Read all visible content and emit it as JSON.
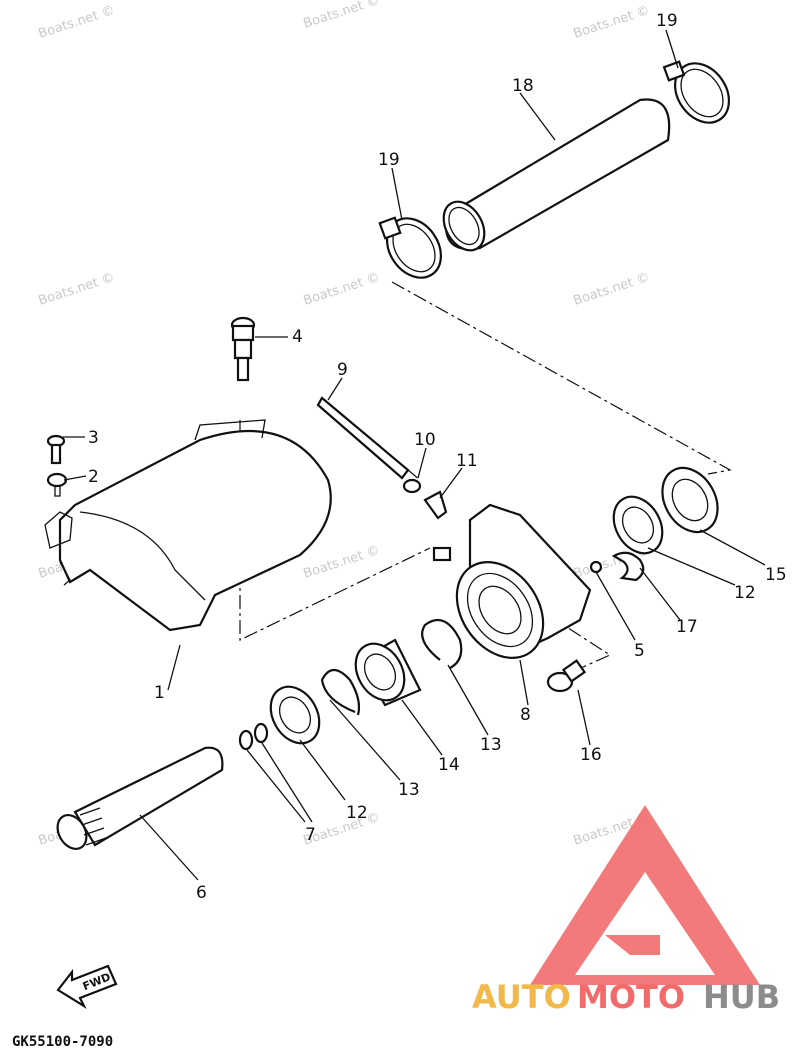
{
  "watermark": {
    "text": "Boats.net ©"
  },
  "callouts": {
    "c1": "1",
    "c2": "2",
    "c3": "3",
    "c4": "4",
    "c5": "5",
    "c6": "6",
    "c7": "7",
    "c8": "8",
    "c9": "9",
    "c10": "10",
    "c11": "11",
    "c12a": "12",
    "c12b": "12",
    "c13a": "13",
    "c13b": "13",
    "c14": "14",
    "c15": "15",
    "c16": "16",
    "c17": "17",
    "c18": "18",
    "c19a": "19",
    "c19b": "19"
  },
  "fwd_marker": {
    "label": "FWD"
  },
  "diagram_code": "GK55100-7090",
  "logo": {
    "text_auto": "AUTO",
    "text_moto": "MOTO",
    "text_hub": "HUB",
    "color_accent": "#f26b6b",
    "color_gold": "#f2b84a",
    "color_gray": "#8c8c8c"
  }
}
